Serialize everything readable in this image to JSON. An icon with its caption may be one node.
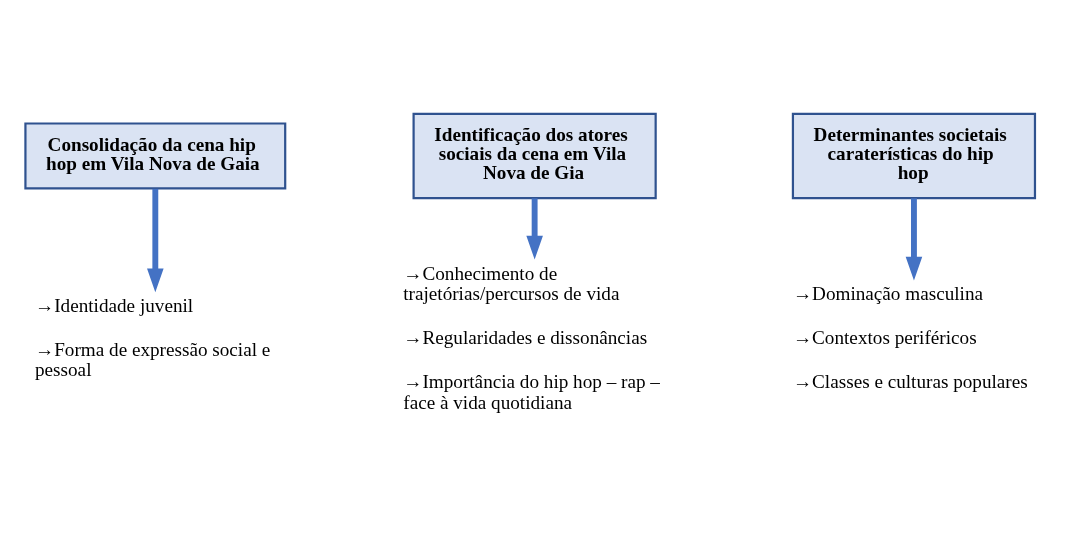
{
  "diagram": {
    "nodes": [
      {
        "text": [
          "Consolidação da cena hip hop em Vila Nova de Gaia"
        ]
      },
      {
        "text": [
          "Identificação dos atores sociais da cena em Vila Nova de Gia"
        ]
      },
      {
        "text": [
          "Determinantes societais caraterísticas do hip hop"
        ]
      },
      {
        "text": [
          "→Identidade juvenil",
          "→Forma de expressão social e pessoal"
        ]
      },
      {
        "text": [
          "→Conhecimento de trajetórias/percursos de vida",
          "→Regularidades e dissonâncias",
          "→Importância do hip hop – rap – face à vida quotidiana"
        ]
      },
      {
        "text": [
          "→Dominação masculina",
          "→Contextos periféricos",
          "→Classes e culturas populares"
        ]
      }
    ],
    "edges": [
      {
        "from": 0,
        "to": 3,
        "arrow": "to"
      },
      {
        "from": 1,
        "to": 4,
        "arrow": "to"
      },
      {
        "from": 2,
        "to": 5,
        "arrow": "to"
      }
    ]
  }
}
